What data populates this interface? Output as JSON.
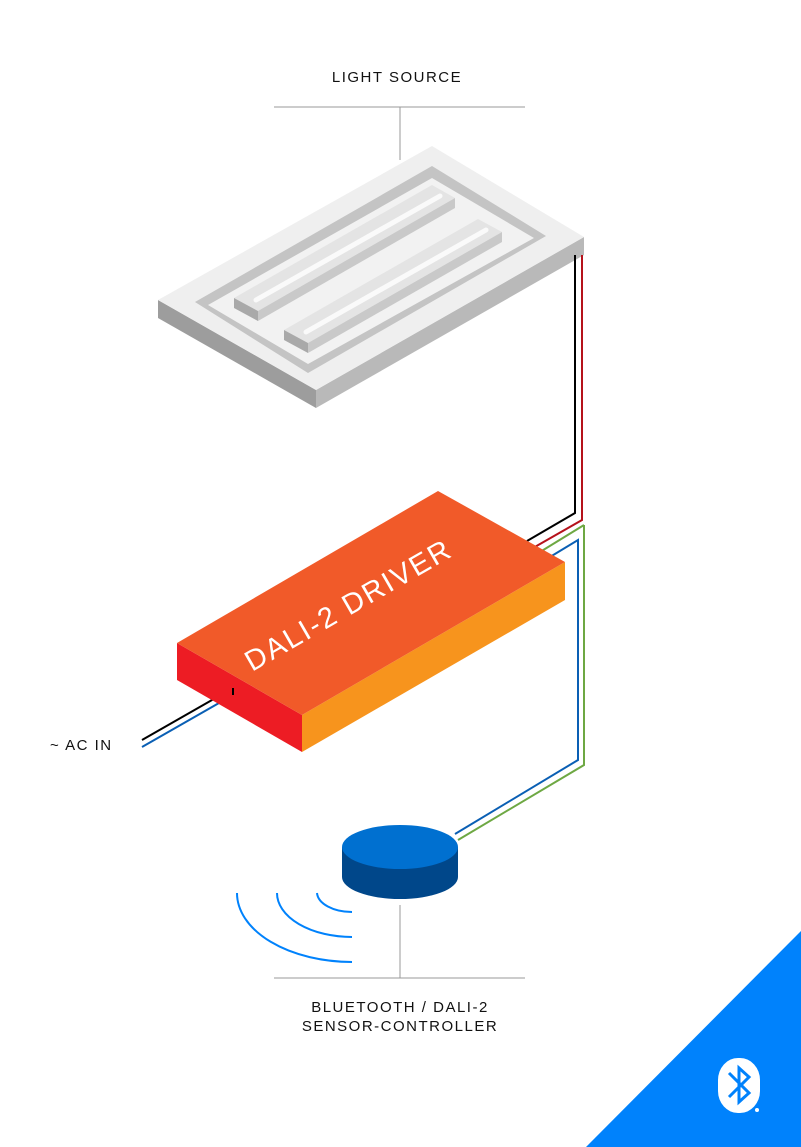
{
  "labels": {
    "light_source": "LIGHT SOURCE",
    "driver": "DALI-2 DRIVER",
    "ac_in": "~ AC IN",
    "sensor_line1": "BLUETOOTH / DALI-2",
    "sensor_line2": "SENSOR-CONTROLLER"
  },
  "colors": {
    "driver_top": "#f15a29",
    "driver_left": "#ed1c24",
    "driver_right": "#f7941d",
    "sensor_top": "#0070d0",
    "sensor_side": "#00478a",
    "bluetooth_blue": "#0082fc",
    "wire_black": "#000000",
    "wire_red": "#b5121b",
    "wire_green": "#6ea843",
    "wire_blue": "#0a5fb4"
  },
  "logo": {
    "icon": "bluetooth-icon"
  }
}
